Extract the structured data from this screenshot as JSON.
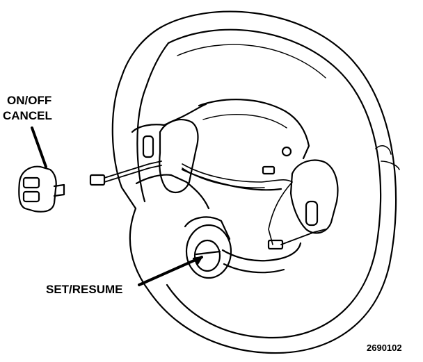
{
  "labels": {
    "on_off_line1": "ON/OFF",
    "on_off_line2": "CANCEL",
    "set_resume": "SET/RESUME"
  },
  "figure_number": "2690102",
  "colors": {
    "ink": "#000000",
    "paper": "#ffffff"
  }
}
